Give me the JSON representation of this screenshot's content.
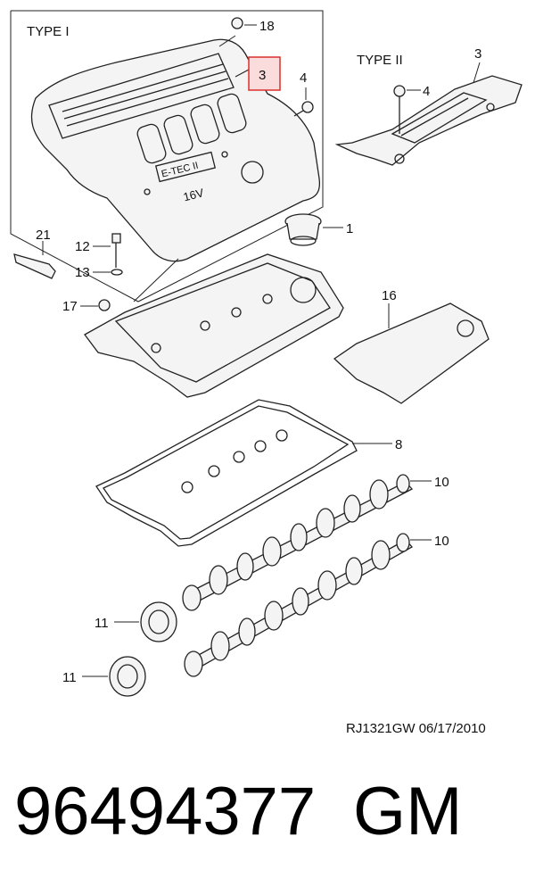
{
  "diagram": {
    "type_labels": {
      "type1": "TYPE I",
      "type2": "TYPE II"
    },
    "callouts": {
      "c18": "18",
      "c3a": "3",
      "c4a": "4",
      "c3b": "3",
      "c4b": "4",
      "c21": "21",
      "c12": "12",
      "c13": "13",
      "c17": "17",
      "c1": "1",
      "c16": "16",
      "c8": "8",
      "c10a": "10",
      "c10b": "10",
      "c11a": "11",
      "c11b": "11"
    },
    "cover_text": {
      "brand": "E-TEC II",
      "valves": "16V"
    },
    "highlight_color": "#d9302c"
  },
  "footer": {
    "drawing_code": "RJ1321GW  06/17/2010",
    "part_number": "96494377",
    "brand": "GM"
  }
}
